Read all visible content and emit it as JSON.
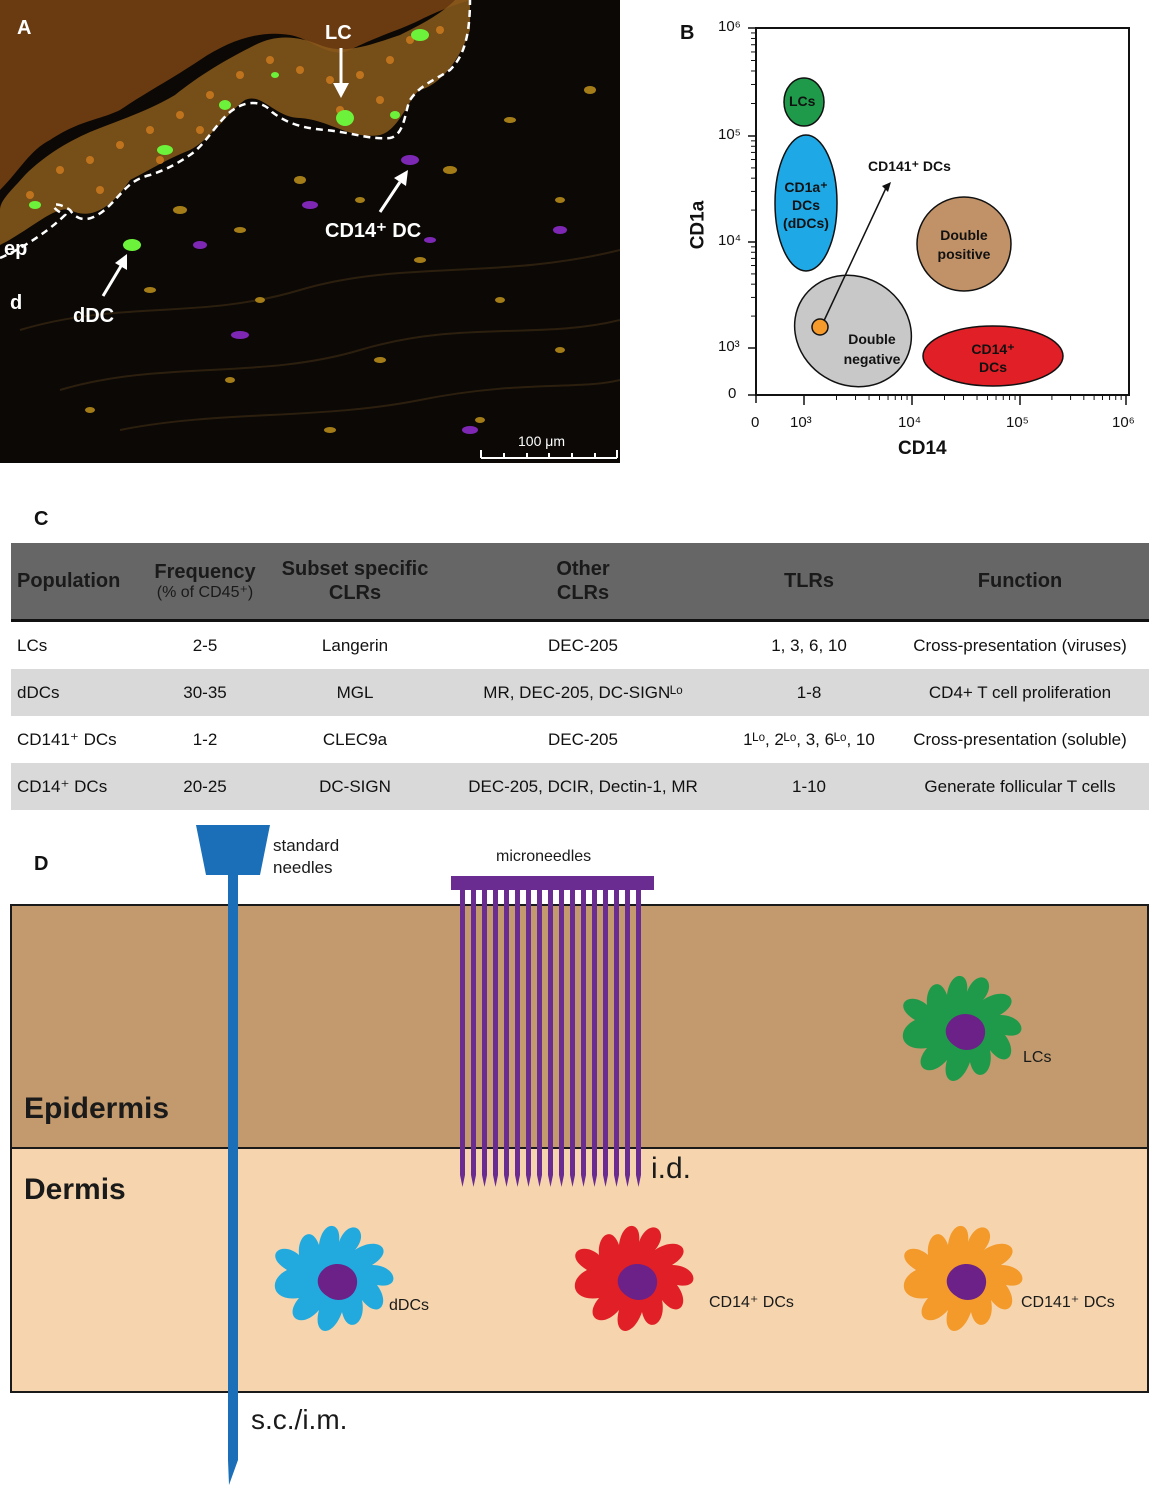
{
  "panels": {
    "a": "A",
    "b": "B",
    "c": "C",
    "d": "D"
  },
  "panel_a": {
    "labels": {
      "lc": "LC",
      "cd14_dc": "CD14⁺ DC",
      "ddc": "dDC",
      "ep": "ep",
      "d": "d"
    },
    "scale_bar": "100 μm"
  },
  "panel_b": {
    "y_axis_label": "CD1a",
    "x_axis_label": "CD14",
    "y_ticks": [
      "10⁶",
      "10⁵",
      "10⁴",
      "10³",
      "0"
    ],
    "x_ticks": [
      "0",
      "10³",
      "10⁴",
      "10⁵",
      "10⁶"
    ],
    "populations": {
      "lcs": "LCs",
      "cd1a_line1": "CD1a⁺",
      "cd1a_line2": "DCs",
      "cd1a_line3": "(dDCs)",
      "double_positive_line1": "Double",
      "double_positive_line2": "positive",
      "double_negative_line1": "Double",
      "double_negative_line2": "negative",
      "cd14_line1": "CD14⁺",
      "cd14_line2": "DCs",
      "cd141_label": "CD141⁺ DCs"
    },
    "colors": {
      "lcs": "#1f9a4a",
      "cd1a": "#1ea8e6",
      "double_positive": "#c19268",
      "double_negative": "#c8c8c8",
      "cd14": "#e11f26",
      "cd141": "#f59a2b"
    }
  },
  "chart_data": {
    "type": "scatter",
    "xlabel": "CD14",
    "ylabel": "CD1a",
    "x_scale": "log",
    "y_scale": "log",
    "xlim": [
      0,
      1000000
    ],
    "ylim": [
      0,
      1000000
    ],
    "populations": [
      {
        "name": "LCs",
        "x": 1100,
        "y": 200000
      },
      {
        "name": "CD1a⁺ DCs (dDCs)",
        "x": 1100,
        "y": 20000
      },
      {
        "name": "Double positive",
        "x": 30000,
        "y": 10000
      },
      {
        "name": "Double negative",
        "x": 2500,
        "y": 1500
      },
      {
        "name": "CD14⁺ DCs",
        "x": 60000,
        "y": 1000
      },
      {
        "name": "CD141⁺ DCs",
        "x": 1500,
        "y": 1600
      }
    ]
  },
  "table_c": {
    "headers": [
      {
        "line1": "Population",
        "line2": ""
      },
      {
        "line1": "Frequency",
        "line2": "(% of CD45⁺)"
      },
      {
        "line1": "Subset specific",
        "line2": "CLRs"
      },
      {
        "line1": "Other",
        "line2": "CLRs"
      },
      {
        "line1": "TLRs",
        "line2": ""
      },
      {
        "line1": "Function",
        "line2": ""
      }
    ],
    "rows": [
      [
        "LCs",
        "2-5",
        "Langerin",
        "DEC-205",
        "1, 3, 6, 10",
        "Cross-presentation (viruses)"
      ],
      [
        "dDCs",
        "30-35",
        "MGL",
        "MR, DEC-205, DC-SIGNᴸᵒ",
        "1-8",
        "CD4+ T cell proliferation"
      ],
      [
        "CD141⁺ DCs",
        "1-2",
        "CLEC9a",
        "DEC-205",
        "1ᴸᵒ, 2ᴸᵒ, 3, 6ᴸᵒ, 10",
        "Cross-presentation (soluble)"
      ],
      [
        "CD14⁺ DCs",
        "20-25",
        "DC-SIGN",
        "DEC-205, DCIR, Dectin-1, MR",
        "1-10",
        "Generate follicular T cells"
      ]
    ]
  },
  "panel_d": {
    "standard_needles": "standard needles",
    "microneedles": "microneedles",
    "epidermis": "Epidermis",
    "dermis": "Dermis",
    "id": "i.d.",
    "sc_im": "s.c./i.m.",
    "cells": {
      "lcs": "LCs",
      "ddcs": "dDCs",
      "cd14": "CD14⁺ DCs",
      "cd141": "CD141⁺ DCs"
    },
    "colors": {
      "epidermis": "#c29a6d",
      "dermis": "#f6d5ae",
      "needle": "#1a6fb8",
      "microneedle": "#6a2c91",
      "lcs": "#1f9a4a",
      "ddcs": "#22aadf",
      "cd14": "#e11f26",
      "cd141": "#f39a2b",
      "nucleus": "#6b2187"
    }
  }
}
